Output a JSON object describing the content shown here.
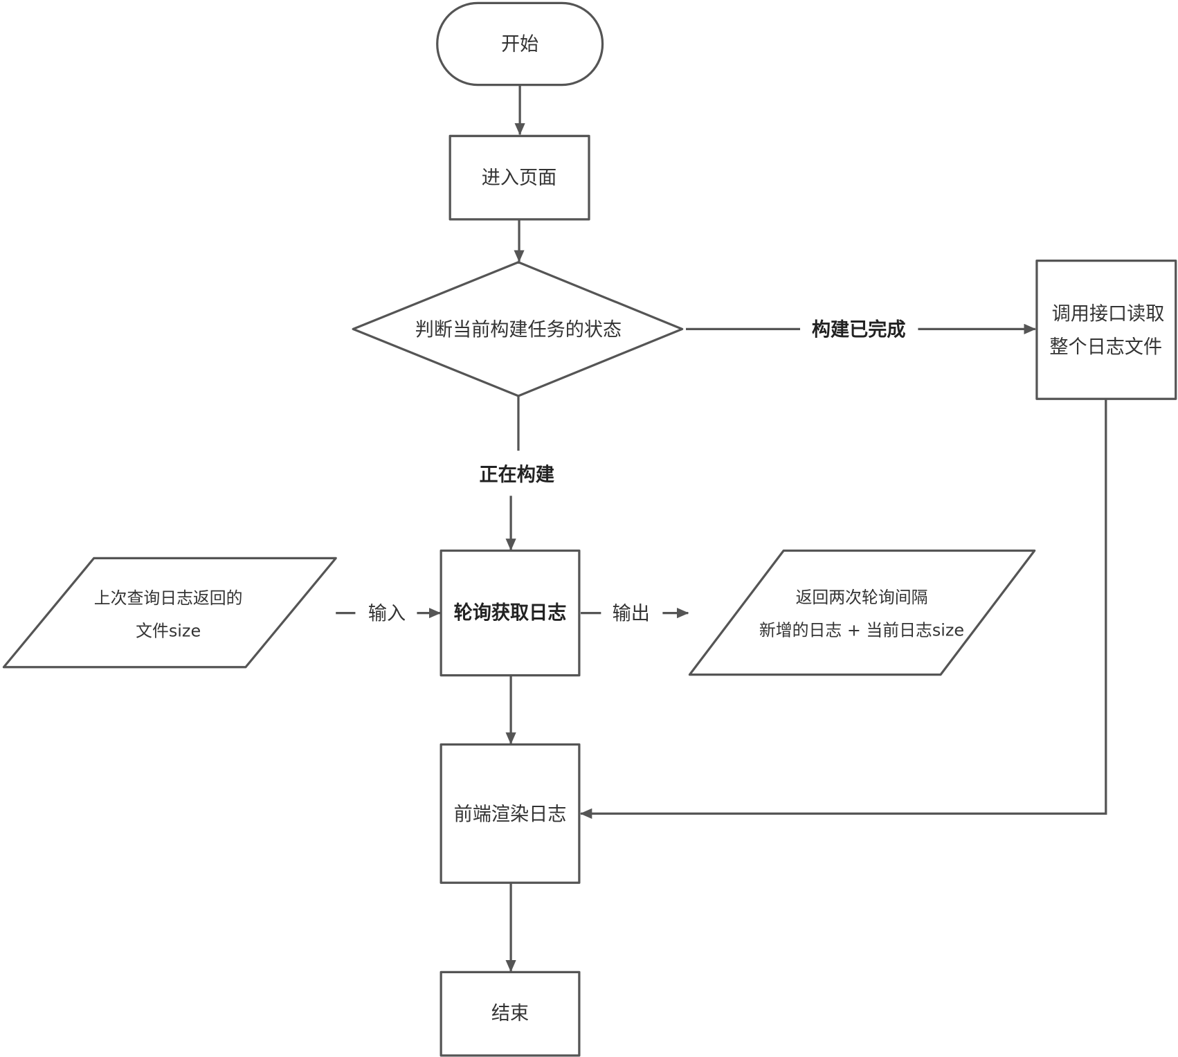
{
  "nodes": {
    "start": "开始",
    "enter_page": "进入页面",
    "decision": "判断当前构建任务的状态",
    "read_full_log": [
      "调用接口读取",
      "整个日志文件"
    ],
    "poll_logs": "轮询获取日志",
    "input_data": [
      "上次查询日志返回的",
      "文件size"
    ],
    "output_data": [
      "返回两次轮询间隔",
      "新增的日志 + 当前日志size"
    ],
    "render_logs": "前端渲染日志",
    "end": "结束"
  },
  "edges": {
    "build_done": "构建已完成",
    "building": "正在构建",
    "input": "输入",
    "output": "输出"
  },
  "colors": {
    "stroke": "#555555",
    "background": "#ffffff",
    "text": "#333333"
  }
}
